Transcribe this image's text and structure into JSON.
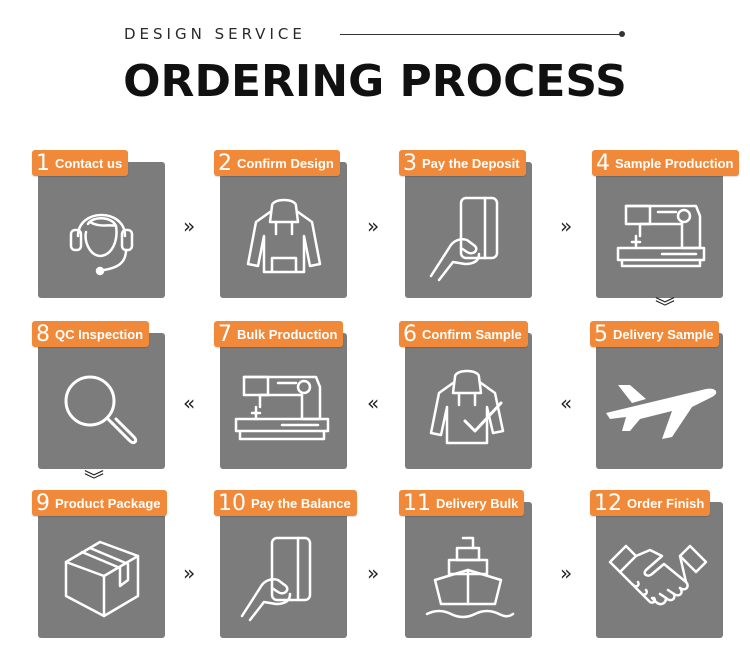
{
  "header": {
    "subtitle": "DESIGN SERVICE",
    "title": "ORDERING PROCESS"
  },
  "colors": {
    "accent": "#f08a3a",
    "card": "#7c7c7c",
    "icon": "#ffffff"
  },
  "steps": [
    {
      "num": "1",
      "label": "Contact us",
      "icon": "headset-icon"
    },
    {
      "num": "2",
      "label": "Confirm Design",
      "icon": "hoodie-icon"
    },
    {
      "num": "3",
      "label": "Pay the Deposit",
      "icon": "card-payment-icon"
    },
    {
      "num": "4",
      "label": "Sample Production",
      "icon": "sewing-machine-icon"
    },
    {
      "num": "5",
      "label": "Delivery Sample",
      "icon": "airplane-icon"
    },
    {
      "num": "6",
      "label": "Confirm Sample",
      "icon": "hoodie-check-icon"
    },
    {
      "num": "7",
      "label": "Bulk Production",
      "icon": "sewing-machine-icon"
    },
    {
      "num": "8",
      "label": "QC Inspection",
      "icon": "magnifier-icon"
    },
    {
      "num": "9",
      "label": "Product Package",
      "icon": "box-icon"
    },
    {
      "num": "10",
      "label": "Pay the Balance",
      "icon": "card-payment-icon"
    },
    {
      "num": "11",
      "label": "Delivery Bulk",
      "icon": "ship-icon"
    },
    {
      "num": "12",
      "label": "Order Finish",
      "icon": "handshake-icon"
    }
  ],
  "arrows": {
    "right": "»",
    "left": "«",
    "down": "︾"
  }
}
